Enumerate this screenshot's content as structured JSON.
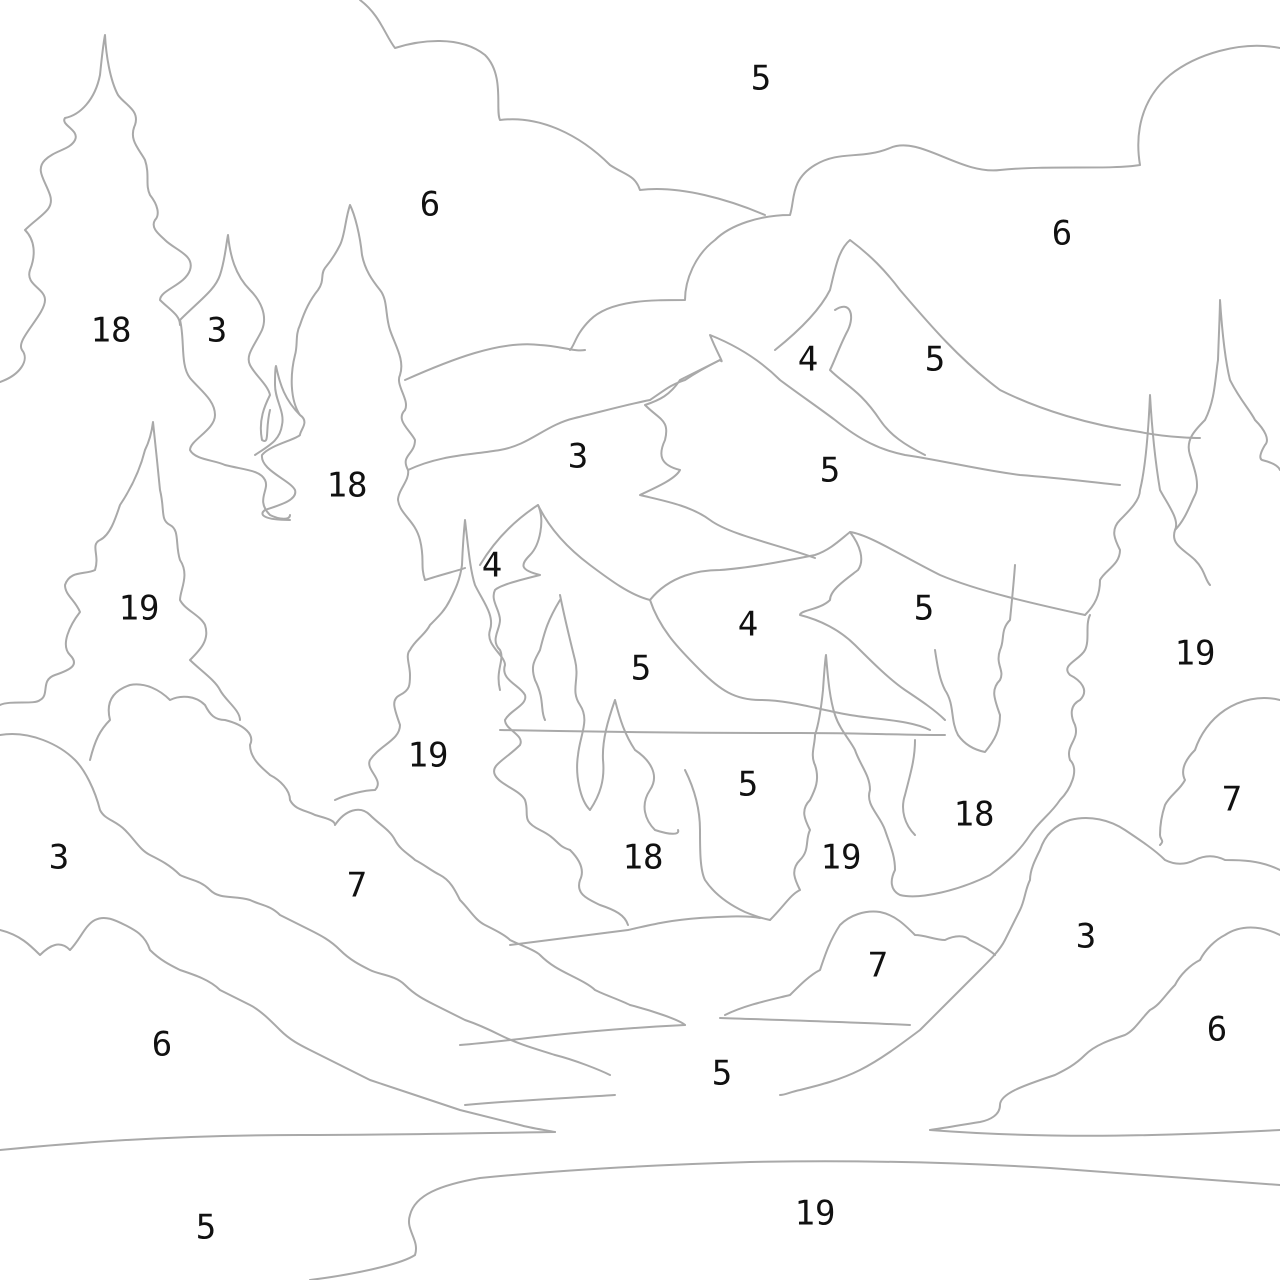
{
  "puzzle": {
    "type": "paint-by-number",
    "line_color": "#a9a9a9",
    "number_color": "#111111",
    "background": "#ffffff",
    "regions": [
      {
        "number": "5"
      },
      {
        "number": "6"
      },
      {
        "number": "6"
      },
      {
        "number": "18"
      },
      {
        "number": "3"
      },
      {
        "number": "4"
      },
      {
        "number": "5"
      },
      {
        "number": "3"
      },
      {
        "number": "5"
      },
      {
        "number": "18"
      },
      {
        "number": "4"
      },
      {
        "number": "19"
      },
      {
        "number": "5"
      },
      {
        "number": "4"
      },
      {
        "number": "5"
      },
      {
        "number": "19"
      },
      {
        "number": "19"
      },
      {
        "number": "5"
      },
      {
        "number": "18"
      },
      {
        "number": "7"
      },
      {
        "number": "3"
      },
      {
        "number": "7"
      },
      {
        "number": "18"
      },
      {
        "number": "19"
      },
      {
        "number": "7"
      },
      {
        "number": "3"
      },
      {
        "number": "6"
      },
      {
        "number": "6"
      },
      {
        "number": "5"
      },
      {
        "number": "5"
      },
      {
        "number": "19"
      }
    ]
  }
}
